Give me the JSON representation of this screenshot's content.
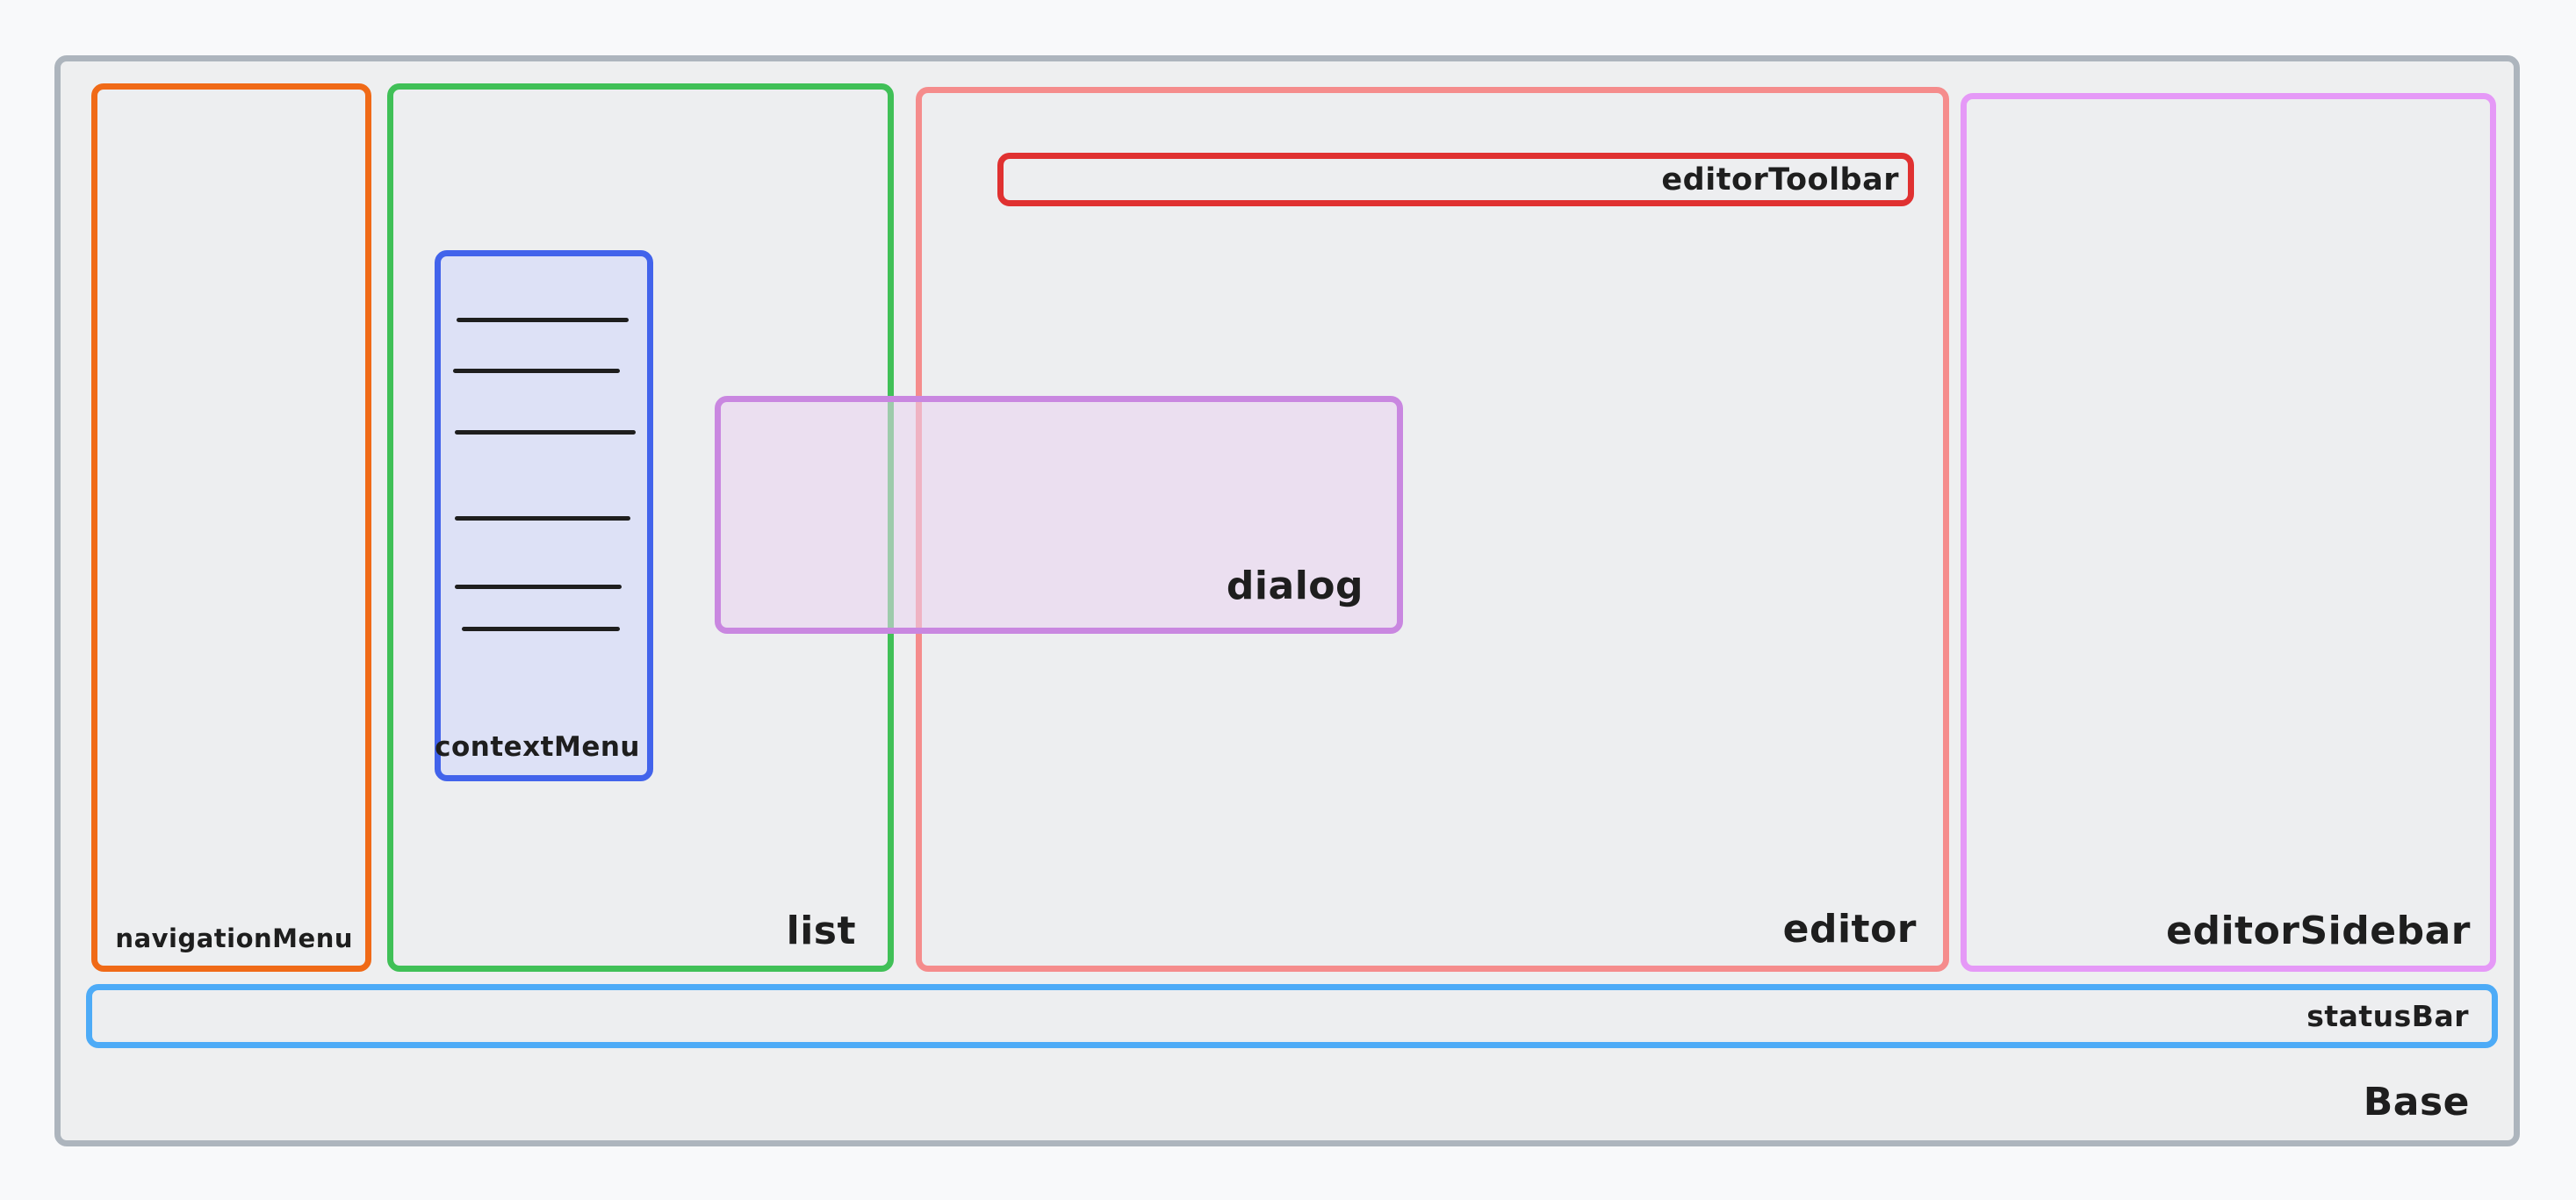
{
  "diagram": {
    "base": {
      "label": "Base"
    },
    "navigation_menu": {
      "label": "navigationMenu"
    },
    "list": {
      "label": "list"
    },
    "context_menu": {
      "label": "contextMenu"
    },
    "editor": {
      "label": "editor"
    },
    "editor_toolbar": {
      "label": "editorToolbar"
    },
    "editor_sidebar": {
      "label": "editorSidebar"
    },
    "status_bar": {
      "label": "statusBar"
    },
    "dialog": {
      "label": "dialog"
    }
  },
  "colors": {
    "base": "#adb5bd",
    "navigation_menu": "#f06a17",
    "list": "#40c057",
    "context_menu": "#4263eb",
    "editor": "#f58c8c",
    "editor_toolbar": "#e03131",
    "editor_sidebar": "#e599f7",
    "status_bar": "#4dabf7",
    "dialog": "#c987e0"
  }
}
